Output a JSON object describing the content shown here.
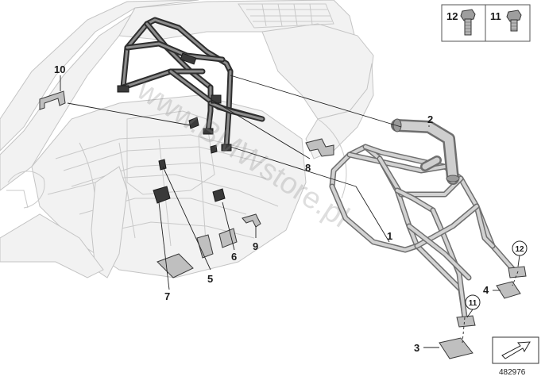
{
  "callouts": {
    "c1": "1",
    "c2": "2",
    "c3": "3",
    "c4": "4",
    "c5": "5",
    "c6": "6",
    "c7": "7",
    "c8": "8",
    "c9": "9",
    "c10": "10",
    "c11": "11",
    "c12": "12"
  },
  "fastener_box": {
    "left_label": "12",
    "right_label": "11"
  },
  "watermark": "www.BMWstore.pl",
  "diagram_number": "482976",
  "icons": {
    "bolt_left": "hex-bolt-icon",
    "bolt_right": "hex-bolt-icon",
    "nav_arrow": "arrow-icon"
  }
}
